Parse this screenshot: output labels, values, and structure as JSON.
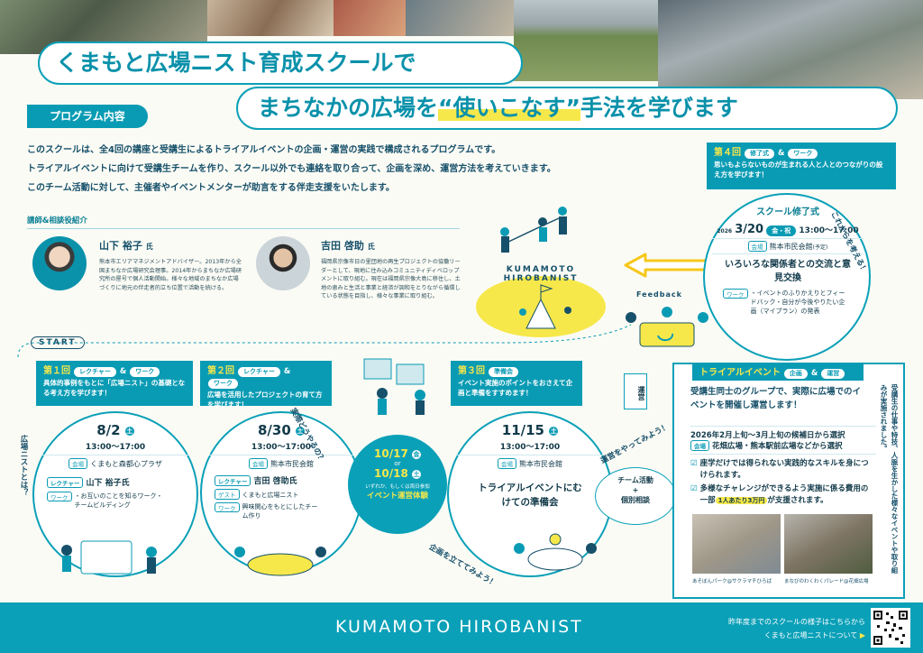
{
  "hero": {
    "title_line1": "くまもと広場ニスト育成スクールで",
    "title_line2_a": "まちなかの広場を",
    "title_line2_b": "“使いこなす”",
    "title_line2_c": "手法を学びます"
  },
  "program": {
    "label": "プログラム内容",
    "lines": [
      "このスクールは、全4回の講座と受講生によるトライアルイベントの企画・運営の実践で構成されるプログラムです。",
      "トライアルイベントに向けて受講生チームを作り、スクール以外でも連絡を取り合って、企画を深め、運営方法を考えていきます。",
      "このチーム活動に対して、主催者やイベントメンターが助言をする伴走支援をいたします。"
    ]
  },
  "instructors": {
    "heading": "講師&相談役紹介",
    "items": [
      {
        "name": "山下 裕子",
        "suffix": "氏",
        "bio": "熊本市エリアマネジメントアドバイザー。2013年から全国まちなか広場研究会理事。2014年からまちなか広場研究所の屋号で個人活動開始。様々な地域のまちなか広場づくりに地元の伴走者的立ち位置で活動を続ける。"
      },
      {
        "name": "吉田 啓助",
        "suffix": "氏",
        "bio": "福岡県宗像市日の里団地の再生プロジェクトの協働リーダーとして、現地に住み込みコミュニティディベロップメントに取り組む。現在は福岡県宗像大島に移住し、土地の恵みと生活と事業と経済が調和をとりながら循環している状態を目指し、様々な事業に取り組む。"
      }
    ]
  },
  "logo": {
    "line1": "KUMAMOTO",
    "line2": "HIROBANIST",
    "feedback": "Feedback"
  },
  "start_label": "START",
  "tags": {
    "lecture": "レクチャー",
    "amp": "&",
    "work": "ワーク",
    "prep": "準備会",
    "graduation": "修了式",
    "trial": "企画",
    "operation": "運営",
    "venue": "会場",
    "guest": "ゲスト",
    "lecturer": "レクチャー"
  },
  "sessions": [
    {
      "num": "第１回",
      "desc": "具体的事例をもとに「広場ニスト」の基礎となる考え方を学びます！",
      "date": "8/2",
      "dow": "土",
      "time": "13:00〜17:00",
      "venue": "くまもと森都心プラザ",
      "lecturer": "山下 裕子氏",
      "work": "・お互いのことを知るワーク・チームビルディング"
    },
    {
      "num": "第２回",
      "desc": "広場を活用したプロジェクトの育て方を学びます！",
      "date": "8/30",
      "dow": "土",
      "time": "13:00〜17:00",
      "venue": "熊本市民会館",
      "lecturer": "吉田 啓助氏",
      "guest": "くまもと広場ニスト",
      "work": "興味関心をもとにしたチーム作り"
    },
    {
      "num": "第３回",
      "desc": "イベント実施のポイントをおさえて企画と準備をすすめます！",
      "date": "11/15",
      "dow": "土",
      "time": "13:00〜17:00",
      "venue": "熊本市民会館",
      "title": "トライアルイベントにむけての準備会"
    },
    {
      "num": "第４回",
      "desc": "思いもよらないものが生まれる人と人とのつながりの設え方を学びます！",
      "head_title": "スクール修了式",
      "date_year": "2026",
      "date": "3/20",
      "dow": "金・祝",
      "time": "13:00〜17:00",
      "venue": "熊本市民会館",
      "venue_note": "(予定)",
      "title": "いろいろな関係者との交流と意見交換",
      "work": "・イベントのふりかえりとフィードバック・自分が今後やりたい企画（マイプラン）の発表"
    }
  ],
  "trial_day": {
    "date1": "10/17",
    "dow1": "金",
    "or": "or",
    "date2": "10/18",
    "dow2": "土",
    "note": "いずれか、もしくは両日参加",
    "label": "イベント運営体験"
  },
  "curves": {
    "what_is": "広場ニストとは？",
    "how": "実際どうやるの？",
    "try": "企画を立ててみよう！",
    "run": "運営をやってみよう！",
    "future": "これからを考える！"
  },
  "team": {
    "line1": "チーム活動",
    "plus": "+",
    "line2": "個別相談",
    "unei": "運営"
  },
  "trial_event": {
    "title": "トライアルイベント",
    "desc": "受講生同士のグループで、実際に広場でのイベントを開催し運営します！",
    "period": "2026年2月上旬〜3月上旬の候補日から選択",
    "venue": "花畑広場・熊本駅前広場などから選択",
    "check1": "座学だけでは得られない実践的なスキルを身につけられます。",
    "check2_a": "多様なチャレンジができるよう実施に係る費用の一部",
    "check2_b": "1人あたり3万円",
    "check2_c": "が支援されます。",
    "caption1": "あそぼんパーク@サクラマチひろば",
    "caption2": "まなびのわくわくパレード@花畑広場",
    "side_note": "受講生の仕事や特技、人脈を生かした様々なイベントや取り組みが実施されました。"
  },
  "footer": {
    "brand": "KUMAMOTO HIROBANIST",
    "note1": "昨年度までのスクールの様子はこちらから",
    "note2": "くまもと広場ニストについて"
  },
  "colors": {
    "accent": "#0aa0b8",
    "yellow": "#f6e84b",
    "navy": "#123a4a"
  }
}
